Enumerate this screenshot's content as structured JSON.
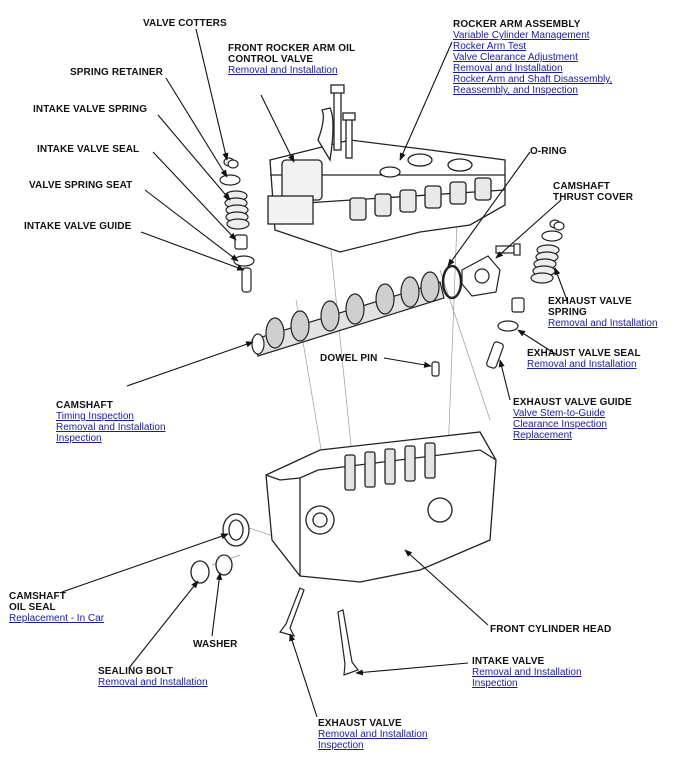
{
  "labels": {
    "valve_cotters": {
      "title": "VALVE COTTERS"
    },
    "spring_retainer": {
      "title": "SPRING RETAINER"
    },
    "intake_valve_spring": {
      "title": "INTAKE VALVE SPRING"
    },
    "intake_valve_seal": {
      "title": "INTAKE VALVE SEAL"
    },
    "valve_spring_seat": {
      "title": "VALVE SPRING SEAT"
    },
    "intake_valve_guide": {
      "title": "INTAKE VALVE GUIDE"
    },
    "front_rocker_arm_oil_control_valve": {
      "title_line1": "FRONT ROCKER ARM OIL",
      "title_line2": "CONTROL VALVE",
      "links": [
        "Removal and Installation"
      ]
    },
    "rocker_arm_assembly": {
      "title": "ROCKER ARM ASSEMBLY",
      "links": [
        "Variable Cylinder Management",
        "Rocker Arm Test",
        "Valve Clearance Adjustment",
        "Removal and Installation",
        "Rocker Arm and Shaft Disassembly,",
        "Reassembly, and Inspection"
      ]
    },
    "o_ring": {
      "title": "O-RING"
    },
    "camshaft_thrust_cover": {
      "title_line1": "CAMSHAFT",
      "title_line2": "THRUST COVER"
    },
    "exhaust_valve_spring": {
      "title_line1": "EXHAUST VALVE",
      "title_line2": "SPRING",
      "links": [
        "Removal and Installation"
      ]
    },
    "exhaust_valve_seal": {
      "title": "EXHAUST VALVE SEAL",
      "links": [
        "Removal and Installation"
      ]
    },
    "exhaust_valve_guide": {
      "title": "EXHAUST VALVE GUIDE",
      "links": [
        "Valve Stem-to-Guide",
        "Clearance Inspection",
        "Replacement"
      ]
    },
    "dowel_pin": {
      "title": "DOWEL PIN"
    },
    "camshaft": {
      "title": "CAMSHAFT",
      "links": [
        "Timing Inspection",
        "Removal and Installation",
        "Inspection"
      ]
    },
    "camshaft_oil_seal": {
      "title_line1": "CAMSHAFT",
      "title_line2": "OIL SEAL",
      "links": [
        "Replacement - In Car"
      ]
    },
    "washer": {
      "title": "WASHER"
    },
    "front_cylinder_head": {
      "title": "FRONT CYLINDER HEAD"
    },
    "sealing_bolt": {
      "title": "SEALING BOLT",
      "links": [
        "Removal and Installation"
      ]
    },
    "intake_valve": {
      "title": "INTAKE VALVE",
      "links": [
        "Removal and Installation",
        "Inspection"
      ]
    },
    "exhaust_valve": {
      "title": "EXHAUST VALVE",
      "links": [
        "Removal and Installation",
        "Inspection"
      ]
    }
  },
  "colors": {
    "title_text": "#111111",
    "link_text": "#1a1aa6",
    "line_art": "#222222",
    "background": "#ffffff"
  }
}
